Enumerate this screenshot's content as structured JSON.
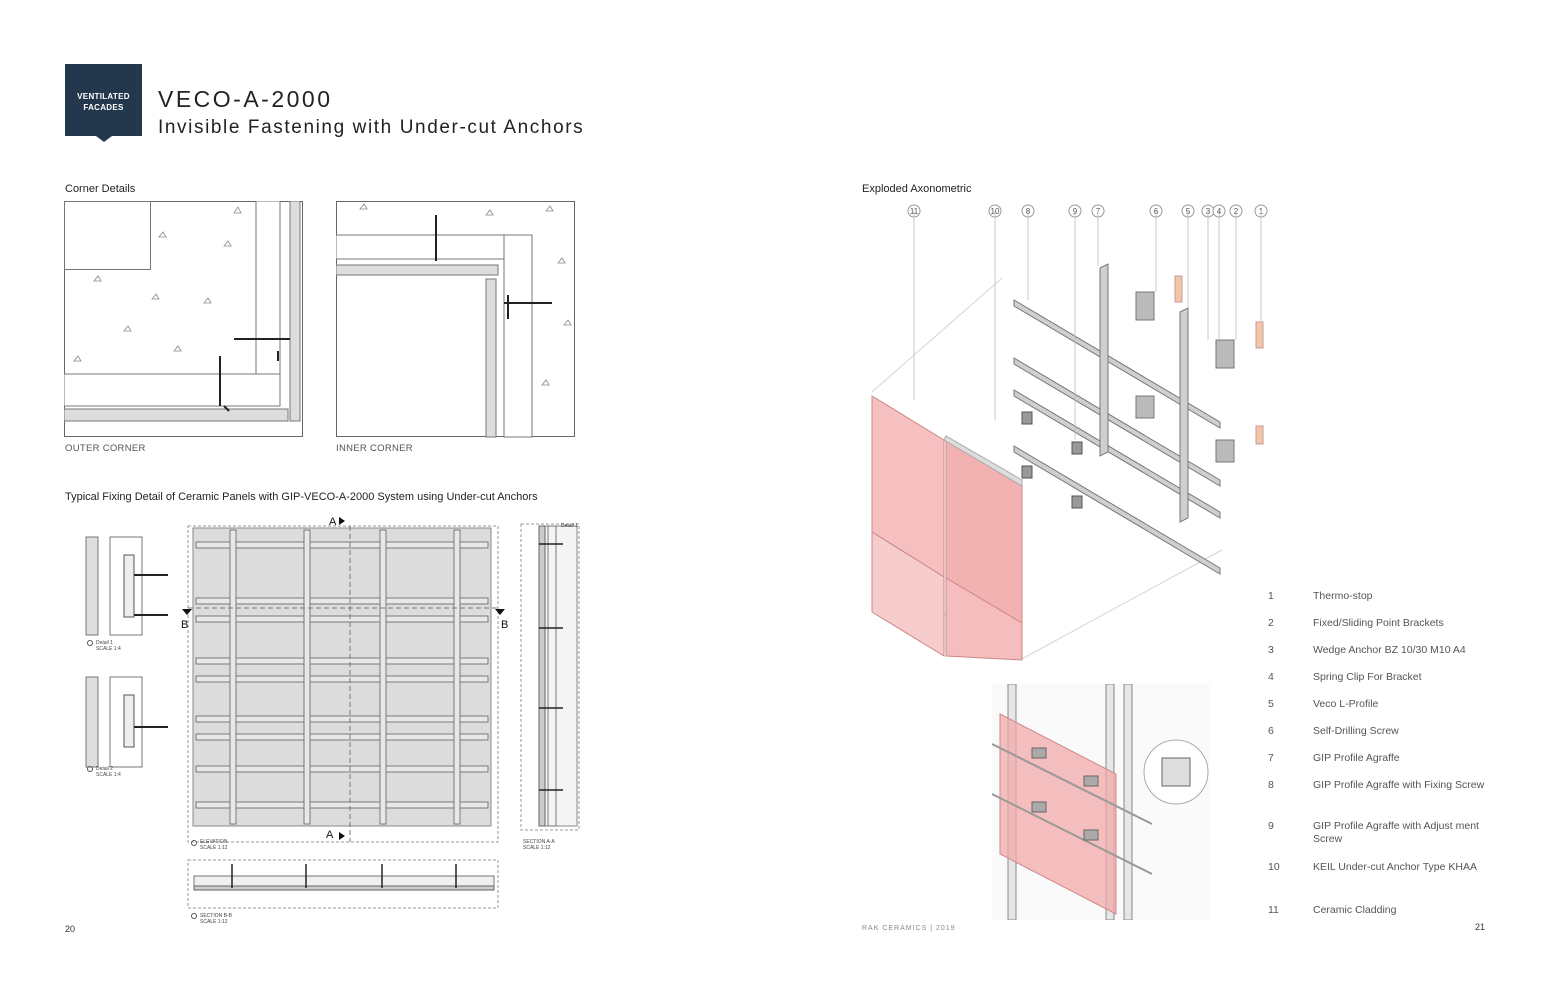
{
  "header": {
    "badge_line1": "VENTILATED",
    "badge_line2": "FACADES",
    "title": "VECO-A-2000",
    "subtitle": "Invisible Fastening with Under-cut Anchors"
  },
  "corner_details": {
    "heading": "Corner Details",
    "outer_caption": "OUTER CORNER",
    "inner_caption": "INNER CORNER"
  },
  "fixing_detail": {
    "heading": "Typical Fixing Detail of Ceramic Panels with GIP-VECO-A-2000 System using Under-cut Anchors",
    "section_a": "A",
    "section_b": "B",
    "detail1_label": "Detail 1",
    "detail1_scale": "SCALE 1:4",
    "detail2_label": "Detail 2",
    "detail2_scale": "SCALE 1:4",
    "elevation_label": "ELEVATION",
    "elevation_scale": "SCALE 1:12",
    "section_aa_label": "SECTION A-A",
    "section_aa_scale": "SCALE 1:12",
    "section_bb_label": "SECTION B-B",
    "section_bb_scale": "SCALE 1:12",
    "detail1_tag": "Detail 1"
  },
  "axonometric": {
    "heading": "Exploded Axonometric",
    "callouts": [
      "11",
      "10",
      "8",
      "9",
      "7",
      "6",
      "5",
      "3",
      "4",
      "2",
      "1"
    ]
  },
  "legend": [
    {
      "num": "1",
      "text": "Thermo-stop"
    },
    {
      "num": "2",
      "text": "Fixed/Sliding Point Brackets"
    },
    {
      "num": "3",
      "text": "Wedge Anchor BZ 10/30 M10 A4"
    },
    {
      "num": "4",
      "text": "Spring Clip For Bracket"
    },
    {
      "num": "5",
      "text": "Veco L-Profile"
    },
    {
      "num": "6",
      "text": "Self-Drilling Screw"
    },
    {
      "num": "7",
      "text": "GIP Profile Agraffe"
    },
    {
      "num": "8",
      "text": "GIP Profile Agraffe with Fixing Screw"
    },
    {
      "num": "9",
      "text": "GIP Profile Agraffe with Adjust ment Screw"
    },
    {
      "num": "10",
      "text": "KEIL Under-cut Anchor Type KHAA"
    },
    {
      "num": "11",
      "text": "Ceramic Cladding"
    }
  ],
  "footer": {
    "page_left": "20",
    "page_right": "21",
    "brand": "RAK CERAMICS | 2019"
  },
  "colors": {
    "badge_bg": "#23384c",
    "cladding_pink": "#f4b3b3"
  }
}
